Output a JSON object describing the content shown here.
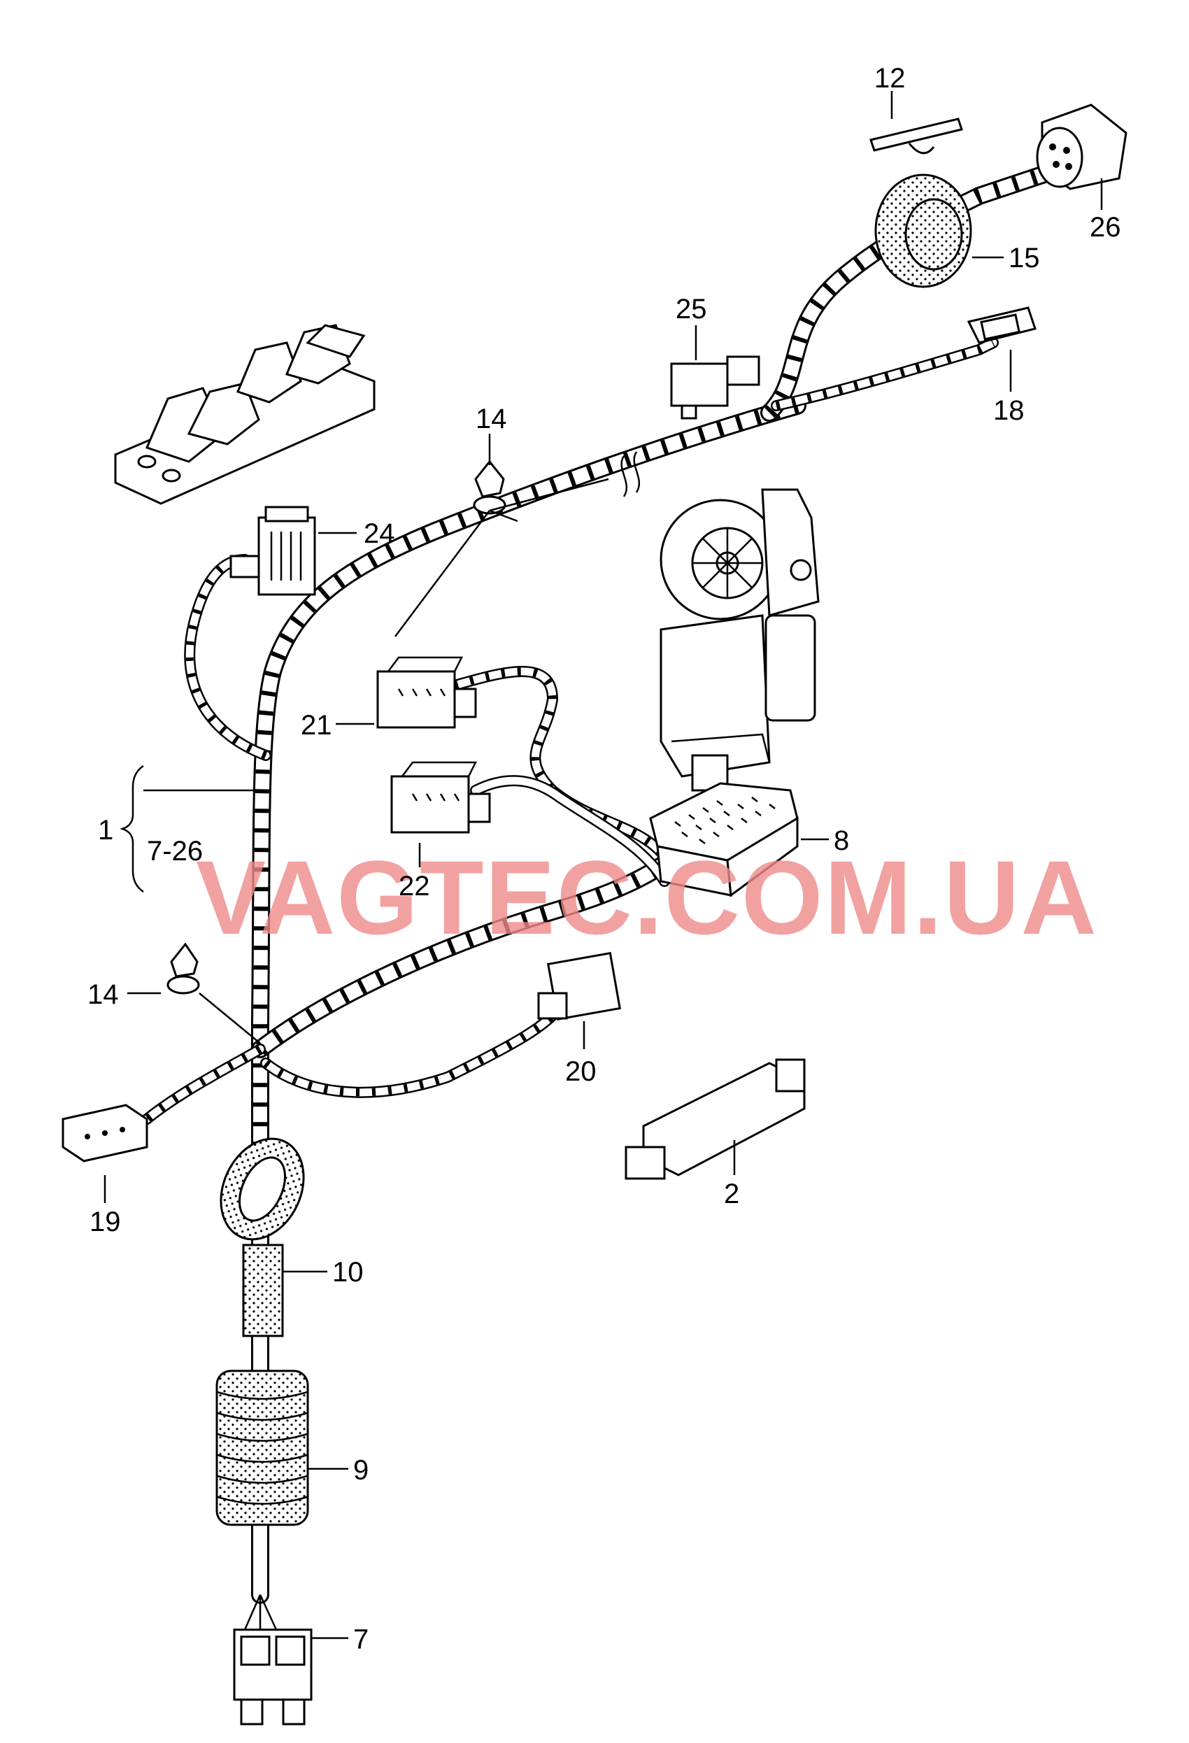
{
  "watermark": "VAGTEC.COM.UA",
  "callouts": {
    "c1": "1",
    "c1_range": "7-26",
    "c2": "2",
    "c7": "7",
    "c8": "8",
    "c9": "9",
    "c10": "10",
    "c12": "12",
    "c14a": "14",
    "c14b": "14",
    "c15": "15",
    "c18": "18",
    "c19": "19",
    "c20": "20",
    "c21": "21",
    "c22": "22",
    "c24": "24",
    "c25": "25",
    "c26": "26"
  }
}
